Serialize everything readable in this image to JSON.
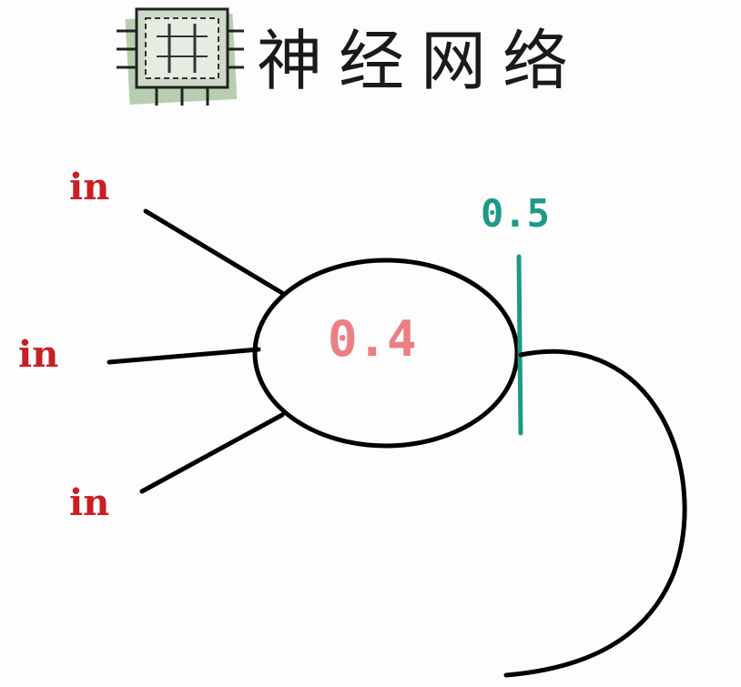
{
  "title": "神经网络",
  "icon": "chip-icon",
  "inputs": [
    {
      "label": "in"
    },
    {
      "label": "in"
    },
    {
      "label": "in"
    }
  ],
  "neuron": {
    "value": "0.4"
  },
  "threshold": {
    "value": "0.5"
  },
  "colors": {
    "input_label": "#c81e24",
    "neuron_value": "#ec7f84",
    "threshold": "#1d9a87",
    "stroke": "#000000",
    "chip_accent": "#7fa871"
  }
}
